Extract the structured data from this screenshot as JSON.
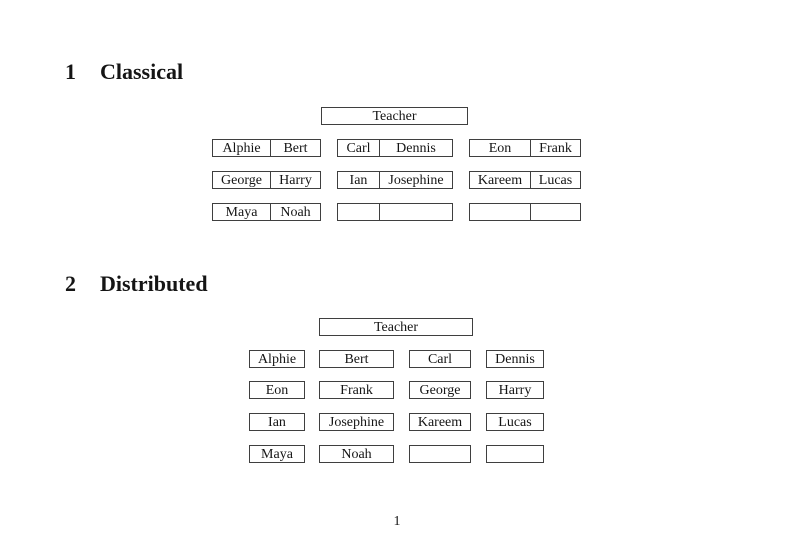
{
  "document": {
    "page_number": "1"
  },
  "sections": {
    "classical": {
      "number": "1",
      "title": "Classical",
      "teacher": "Teacher",
      "rows": [
        [
          [
            "Alphie",
            "Bert"
          ],
          [
            "Carl",
            "Dennis"
          ],
          [
            "Eon",
            "Frank"
          ]
        ],
        [
          [
            "George",
            "Harry"
          ],
          [
            "Ian",
            "Josephine"
          ],
          [
            "Kareem",
            "Lucas"
          ]
        ],
        [
          [
            "Maya",
            "Noah"
          ],
          [
            "",
            ""
          ],
          [
            "",
            ""
          ]
        ]
      ]
    },
    "distributed": {
      "number": "2",
      "title": "Distributed",
      "teacher": "Teacher",
      "rows": [
        [
          "Alphie",
          "Bert",
          "Carl",
          "Dennis"
        ],
        [
          "Eon",
          "Frank",
          "George",
          "Harry"
        ],
        [
          "Ian",
          "Josephine",
          "Kareem",
          "Lucas"
        ],
        [
          "Maya",
          "Noah",
          "",
          ""
        ]
      ]
    }
  }
}
